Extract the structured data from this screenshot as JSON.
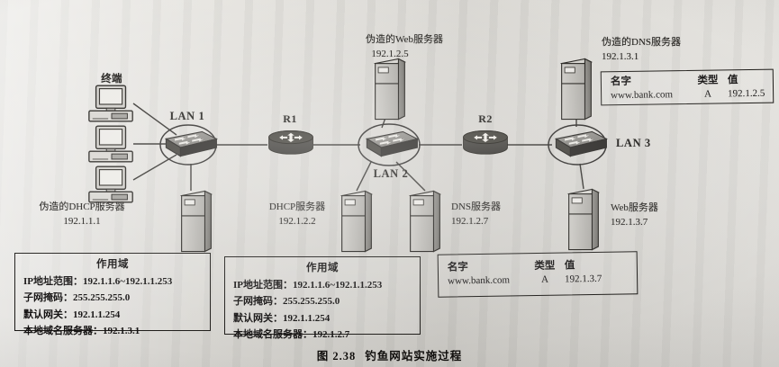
{
  "figure": {
    "caption_number": "图 2.38",
    "caption_title": "钓鱼网站实施过程"
  },
  "diagram": {
    "type": "network-topology",
    "nodes": [
      {
        "id": "terminal-group",
        "label": "终端",
        "kind": "pc",
        "count": 3
      },
      {
        "id": "lan1",
        "label": "LAN 1",
        "kind": "switch"
      },
      {
        "id": "r1",
        "label": "R1",
        "kind": "router"
      },
      {
        "id": "lan2",
        "label": "LAN 2",
        "kind": "switch"
      },
      {
        "id": "r2",
        "label": "R2",
        "kind": "router"
      },
      {
        "id": "lan3",
        "label": "LAN 3",
        "kind": "switch"
      },
      {
        "id": "fake-dhcp",
        "label": "伪造的DHCP服务器",
        "ip": "192.1.1.1",
        "kind": "server"
      },
      {
        "id": "dhcp",
        "label": "DHCP服务器",
        "ip": "192.1.2.2",
        "kind": "server"
      },
      {
        "id": "fake-web",
        "label": "伪造的Web服务器",
        "ip": "192.1.2.5",
        "kind": "server"
      },
      {
        "id": "dns",
        "label": "DNS服务器",
        "ip": "192.1.2.7",
        "kind": "server"
      },
      {
        "id": "fake-dns",
        "label": "伪造的DNS服务器",
        "ip": "192.1.3.1",
        "kind": "server"
      },
      {
        "id": "web",
        "label": "Web服务器",
        "ip": "192.1.3.7",
        "kind": "server"
      }
    ]
  },
  "fake_dns_table": {
    "headers": [
      "名字",
      "类型",
      "值"
    ],
    "rows": [
      [
        "www.bank.com",
        "A",
        "192.1.2.5"
      ]
    ]
  },
  "real_dns_table": {
    "headers": [
      "名字",
      "类型",
      "值"
    ],
    "rows": [
      [
        "www.bank.com",
        "A",
        "192.1.3.7"
      ]
    ]
  },
  "scope_fake": {
    "title": "作用域",
    "rows": [
      "IP地址范围：192.1.1.6~192.1.1.253",
      "子网掩码：255.255.255.0",
      "默认网关：192.1.1.254",
      "本地域名服务器：192.1.3.1"
    ]
  },
  "scope_real": {
    "title": "作用域",
    "rows": [
      "IP地址范围：192.1.1.6~192.1.1.253",
      "子网掩码：255.255.255.0",
      "默认网关：192.1.1.254",
      "本地域名服务器：192.1.2.7"
    ]
  },
  "colors": {
    "ink": "#14120f",
    "paper": "#dddbd6",
    "device_dark": "#3a3833",
    "device_light": "#b9b7b2"
  }
}
